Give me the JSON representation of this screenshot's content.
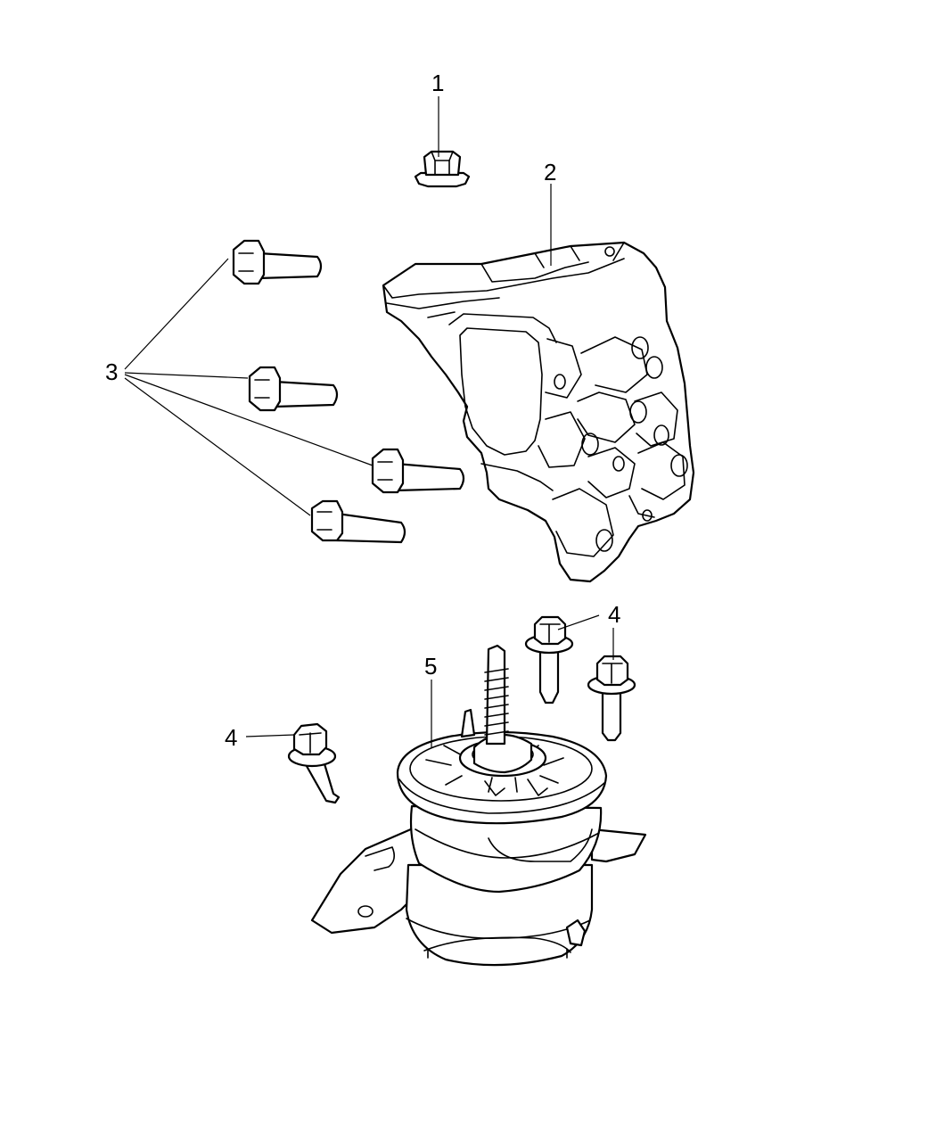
{
  "callouts": {
    "nut": "1",
    "bracket": "2",
    "bolts_bracket": "3",
    "bolt_upper_left": "4",
    "bolt_upper_right": "4",
    "bolt_lower_left": "4",
    "mount": "5"
  },
  "colors": {
    "line": "#000000",
    "background": "#ffffff"
  }
}
